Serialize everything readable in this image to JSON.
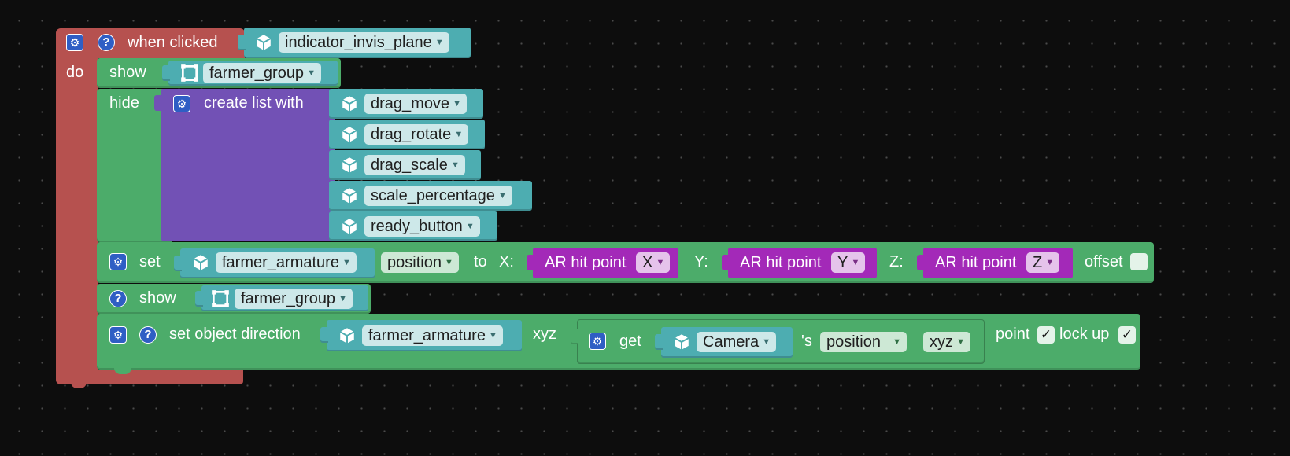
{
  "event": {
    "when_clicked": "when clicked",
    "do": "do",
    "target": "indicator_invis_plane"
  },
  "show1": {
    "label": "show",
    "target": "farmer_group"
  },
  "hide": {
    "label": "hide",
    "create_list": "create list with",
    "items": [
      "drag_move",
      "drag_rotate",
      "drag_scale",
      "scale_percentage",
      "ready_button"
    ]
  },
  "set_block": {
    "label": "set",
    "object": "farmer_armature",
    "property": "position",
    "to": "to",
    "x_label": "X:",
    "y_label": "Y:",
    "z_label": "Z:",
    "ar_label": "AR hit point",
    "x_axis": "X",
    "y_axis": "Y",
    "z_axis": "Z",
    "offset": "offset"
  },
  "show2": {
    "label": "show",
    "target": "farmer_group"
  },
  "direction": {
    "label": "set object direction",
    "object": "farmer_armature",
    "xyz": "xyz",
    "get": "get",
    "camera": "Camera",
    "s": "'s",
    "property": "position",
    "xyz_option": "xyz",
    "point": "point",
    "point_check": "✓",
    "lock_up": "lock up",
    "lock_check": "✓"
  },
  "colors": {
    "event": "#b6514f",
    "action": "#4cac6a",
    "list": "#7251b5",
    "object": "#4dadb1",
    "ar": "#a329b8"
  }
}
